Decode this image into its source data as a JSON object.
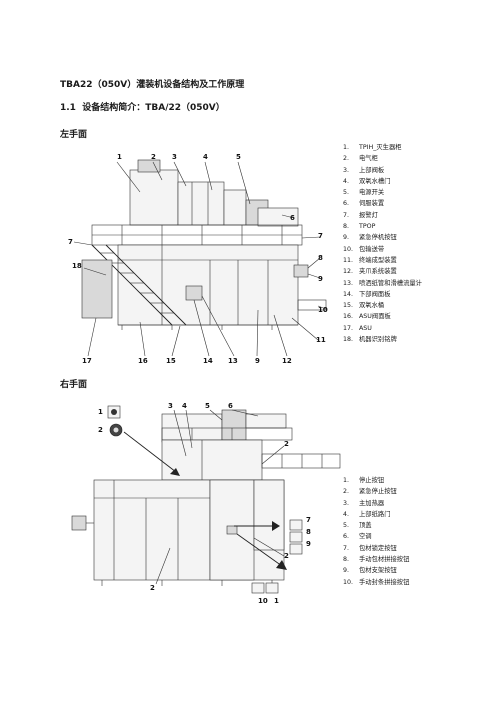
{
  "title": "TBA22（050V）灌装机设备结构及工作原理",
  "section": {
    "number": "1.1",
    "text": "设备结构简介：TBA/22（050V）"
  },
  "left_view": {
    "heading": "左手面",
    "callouts_top": [
      "1",
      "2",
      "3",
      "4",
      "5"
    ],
    "callouts_side": [
      "6",
      "7",
      "8",
      "9",
      "10",
      "11",
      "18"
    ],
    "callouts_bottom": [
      "17",
      "16",
      "15",
      "14",
      "13",
      "9",
      "12"
    ],
    "legend": [
      {
        "num": "1.",
        "text": "TPIH_灭生器柜"
      },
      {
        "num": "2.",
        "text": "电气柜"
      },
      {
        "num": "3.",
        "text": "上部阀板"
      },
      {
        "num": "4.",
        "text": "双氧水槽门"
      },
      {
        "num": "5.",
        "text": "电源开关"
      },
      {
        "num": "6.",
        "text": "伺服装置"
      },
      {
        "num": "7.",
        "text": "报警灯"
      },
      {
        "num": "8.",
        "text": "TPOP"
      },
      {
        "num": "9.",
        "text": "紧急停机按钮"
      },
      {
        "num": "10.",
        "text": "包输送带"
      },
      {
        "num": "11.",
        "text": "终端成型装置"
      },
      {
        "num": "12.",
        "text": "夹爪系统装置"
      },
      {
        "num": "13.",
        "text": "喷洒纸管和滑槽流量计"
      },
      {
        "num": "14.",
        "text": "下部阀面板"
      },
      {
        "num": "15.",
        "text": "双氧水桶"
      },
      {
        "num": "16.",
        "text": "ASU阀面板"
      },
      {
        "num": "17.",
        "text": "ASU"
      },
      {
        "num": "18.",
        "text": "机器识别铭牌"
      }
    ]
  },
  "right_view": {
    "heading": "右手面",
    "callouts": [
      "1",
      "2",
      "3",
      "4",
      "5",
      "6",
      "2",
      "7",
      "8",
      "9",
      "2",
      "2",
      "10",
      "1"
    ],
    "legend": [
      {
        "num": "1.",
        "text": "停止按钮"
      },
      {
        "num": "2.",
        "text": "紧急停止按钮"
      },
      {
        "num": "3.",
        "text": "主加热器"
      },
      {
        "num": "4.",
        "text": "上部纸路门"
      },
      {
        "num": "5.",
        "text": "顶盖"
      },
      {
        "num": "6.",
        "text": "空调"
      },
      {
        "num": "7.",
        "text": "包材锁定按钮"
      },
      {
        "num": "8.",
        "text": "手动包材拼接按钮"
      },
      {
        "num": "9.",
        "text": "包材支架按钮"
      },
      {
        "num": "10.",
        "text": "手动封条拼接按钮"
      }
    ]
  }
}
